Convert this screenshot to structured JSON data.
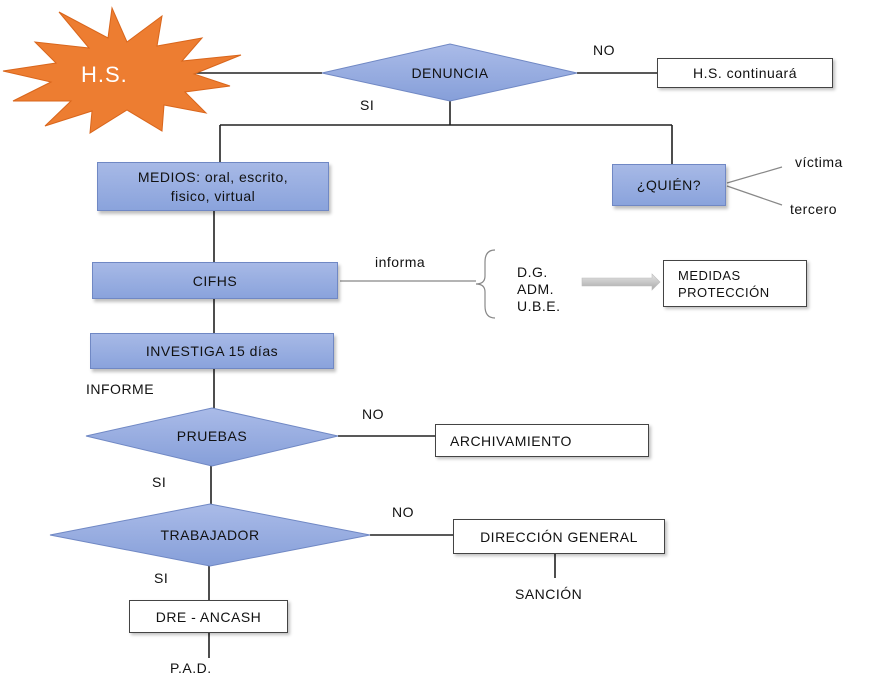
{
  "nodes": {
    "hs": "H.S.",
    "denuncia": "DENUNCIA",
    "hs_continuara": "H.S. continuará",
    "medios_line1": "MEDIOS: oral, escrito,",
    "medios_line2": "fisico, virtual",
    "quien": "¿QUIÉN?",
    "victima": "víctima",
    "tercero": "tercero",
    "cifhs": "CIFHS",
    "informa": "informa",
    "dg": "D.G.",
    "adm": "ADM.",
    "ube": "U.B.E.",
    "medidas_line1": "MEDIDAS",
    "medidas_line2": "PROTECCIÓN",
    "investiga": "INVESTIGA 15 días",
    "informe": "INFORME",
    "pruebas": "PRUEBAS",
    "archivamiento": "ARCHIVAMIENTO",
    "trabajador": "TRABAJADOR",
    "direccion_general": "DIRECCIÓN GENERAL",
    "sancion": "SANCIÓN",
    "dre_ancash": "DRE - ANCASH",
    "pad": "P.A.D."
  },
  "edge_labels": {
    "denuncia_no": "NO",
    "denuncia_si": "SI",
    "pruebas_no": "NO",
    "pruebas_si": "SI",
    "trabajador_no": "NO",
    "trabajador_si": "SI"
  },
  "colors": {
    "star": "#ed7d31",
    "process_fill": "#8faadc",
    "decision_fill": "#8faadc",
    "connector": "#222222"
  }
}
